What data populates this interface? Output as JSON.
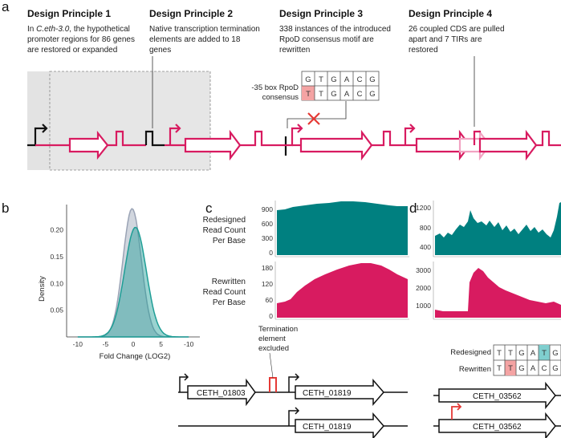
{
  "panel_a": {
    "letter": "a",
    "principles": [
      {
        "title": "Design Principle 1",
        "desc": [
          "In C.eth-3.0, the hypothetical",
          "promoter regions for 86 genes",
          "are restored or expanded"
        ]
      },
      {
        "title": "Design Principle 2",
        "desc": [
          "Native transcription termination",
          "elements are added to 18",
          "genes"
        ]
      },
      {
        "title": "Design Principle 3",
        "desc": [
          "338 instances of the introduced",
          "RpoD consensus motif are",
          "rewritten"
        ]
      },
      {
        "title": "Design Principle 4",
        "desc": [
          "26 coupled CDS are pulled",
          "apart and 7 TIRs are",
          "restored"
        ]
      }
    ],
    "motif_label": [
      "-35 box RpoD",
      "consensus"
    ],
    "motif_top": [
      "G",
      "T",
      "G",
      "A",
      "C",
      "G"
    ],
    "motif_bottom": [
      "T",
      "T",
      "G",
      "A",
      "C",
      "G"
    ],
    "colors": {
      "gene": "#d81b60",
      "teal": "#008080",
      "highlight_red": "#f4a3a3",
      "highlight_teal": "#7fcfcf",
      "cross": "#e53935"
    }
  },
  "panel_b": {
    "letter": "b",
    "chart_data": {
      "type": "area",
      "xlabel": "Fold Change (LOG2)",
      "ylabel": "Density",
      "x_ticks": [
        "-10",
        "-5",
        "0",
        "5",
        "-10"
      ],
      "y_ticks": [
        "0.05",
        "0.10",
        "0.15",
        "0.20"
      ],
      "ylim": [
        0,
        0.24
      ],
      "series": [
        {
          "color": "#9aa3b5",
          "mean": -0.2,
          "sd": 1.65,
          "peak": 0.24
        },
        {
          "color": "#1f9e96",
          "mean": 0.4,
          "sd": 1.95,
          "peak": 0.205
        }
      ]
    }
  },
  "panel_c": {
    "letter": "c",
    "top_label": [
      "Redesigned",
      "Read Count",
      "Per Base"
    ],
    "top_ticks": [
      "900",
      "600",
      "300",
      "0"
    ],
    "bottom_label": [
      "Rewritten",
      "Read Count",
      "Per Base"
    ],
    "bottom_ticks": [
      "180",
      "120",
      "60",
      "0"
    ],
    "termination_note": [
      "Termination",
      "element",
      "excluded"
    ],
    "genes_top": [
      "CETH_01803",
      "CETH_01819"
    ],
    "genes_bottom": [
      "CETH_01819"
    ]
  },
  "panel_d": {
    "letter": "d",
    "top_ticks": [
      "1200",
      "800",
      "400"
    ],
    "bottom_ticks": [
      "3000",
      "2000",
      "1000"
    ],
    "seq_labels": [
      "Redesigned",
      "Rewritten"
    ],
    "seq_redesigned": [
      "T",
      "T",
      "G",
      "A",
      "T",
      "G"
    ],
    "seq_rewritten": [
      "T",
      "T",
      "G",
      "A",
      "C",
      "G"
    ],
    "genes": [
      "CETH_03562",
      "CETH_03562"
    ]
  }
}
